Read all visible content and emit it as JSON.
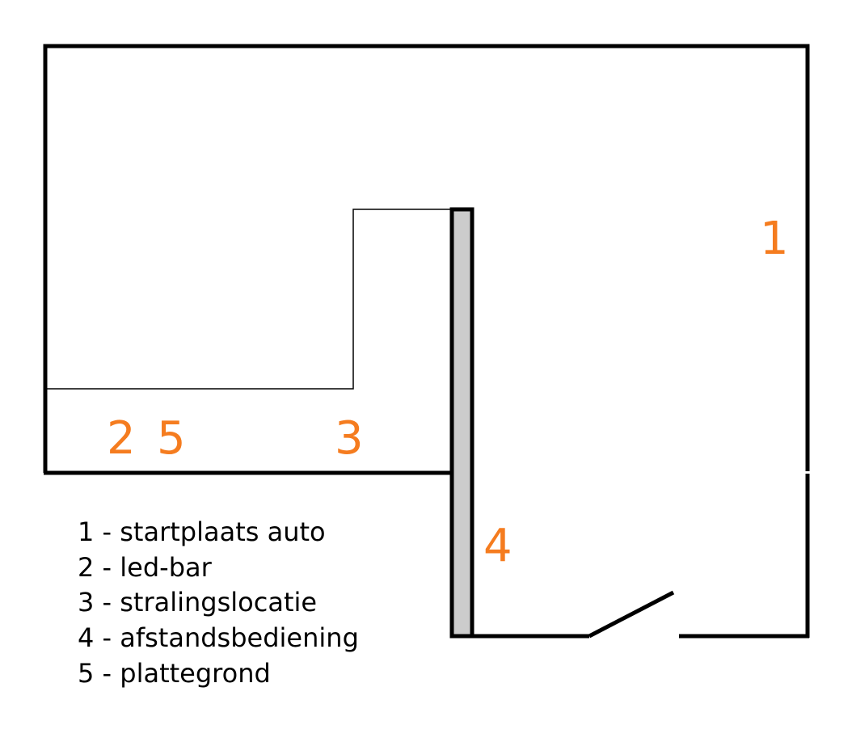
{
  "colors": {
    "wall": "#000000",
    "marker": "#f57c1f",
    "bar_fill": "#cccccc",
    "background": "#ffffff"
  },
  "markers": {
    "m1": "1",
    "m2": "2",
    "m5": "5",
    "m3": "3",
    "m4": "4"
  },
  "legend": [
    "1 - startplaats auto",
    "2 - led-bar",
    "3 - stralingslocatie",
    "4 - afstandsbediening",
    "5 - plattegrond"
  ]
}
